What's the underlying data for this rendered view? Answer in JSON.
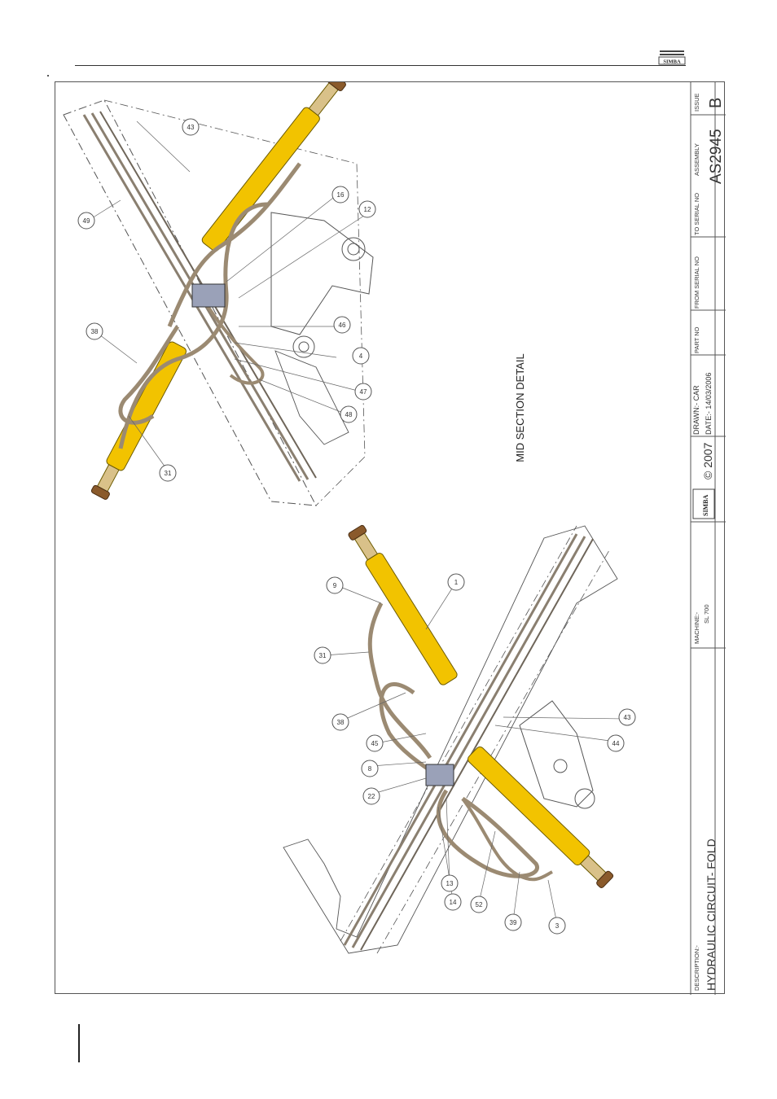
{
  "header": {
    "brand": "SIMBA"
  },
  "drawing": {
    "section_label": "MID SECTION DETAIL",
    "colors": {
      "cylinder": "#f2c300",
      "hose": "#9b8a72",
      "line": "#444444"
    },
    "callouts_top": [
      "43",
      "49",
      "16",
      "12",
      "38",
      "46",
      "4",
      "47",
      "48",
      "31"
    ],
    "callouts_bottom": [
      "9",
      "1",
      "31",
      "38",
      "45",
      "8",
      "22",
      "43",
      "44",
      "13",
      "14",
      "52",
      "39",
      "3"
    ]
  },
  "title_block": {
    "description_label": "DESCRIPTION:-",
    "description": "HYDRAULIC CIRCUIT- FOLD",
    "machine_label": "MACHINE:-",
    "machine": "SL 700",
    "brand": "SIMBA",
    "copyright": "© 2007",
    "drawn": "DRAWN:- CAR",
    "date": "DATE:- 14/03/2006",
    "part_no_label": "PART NO",
    "from_serial_label": "FROM SERIAL NO",
    "to_serial_label": "TO SERIAL NO",
    "assembly_label": "ASSEMBLY",
    "assembly": "AS2945",
    "issue_label": "ISSUE",
    "issue": "B"
  }
}
